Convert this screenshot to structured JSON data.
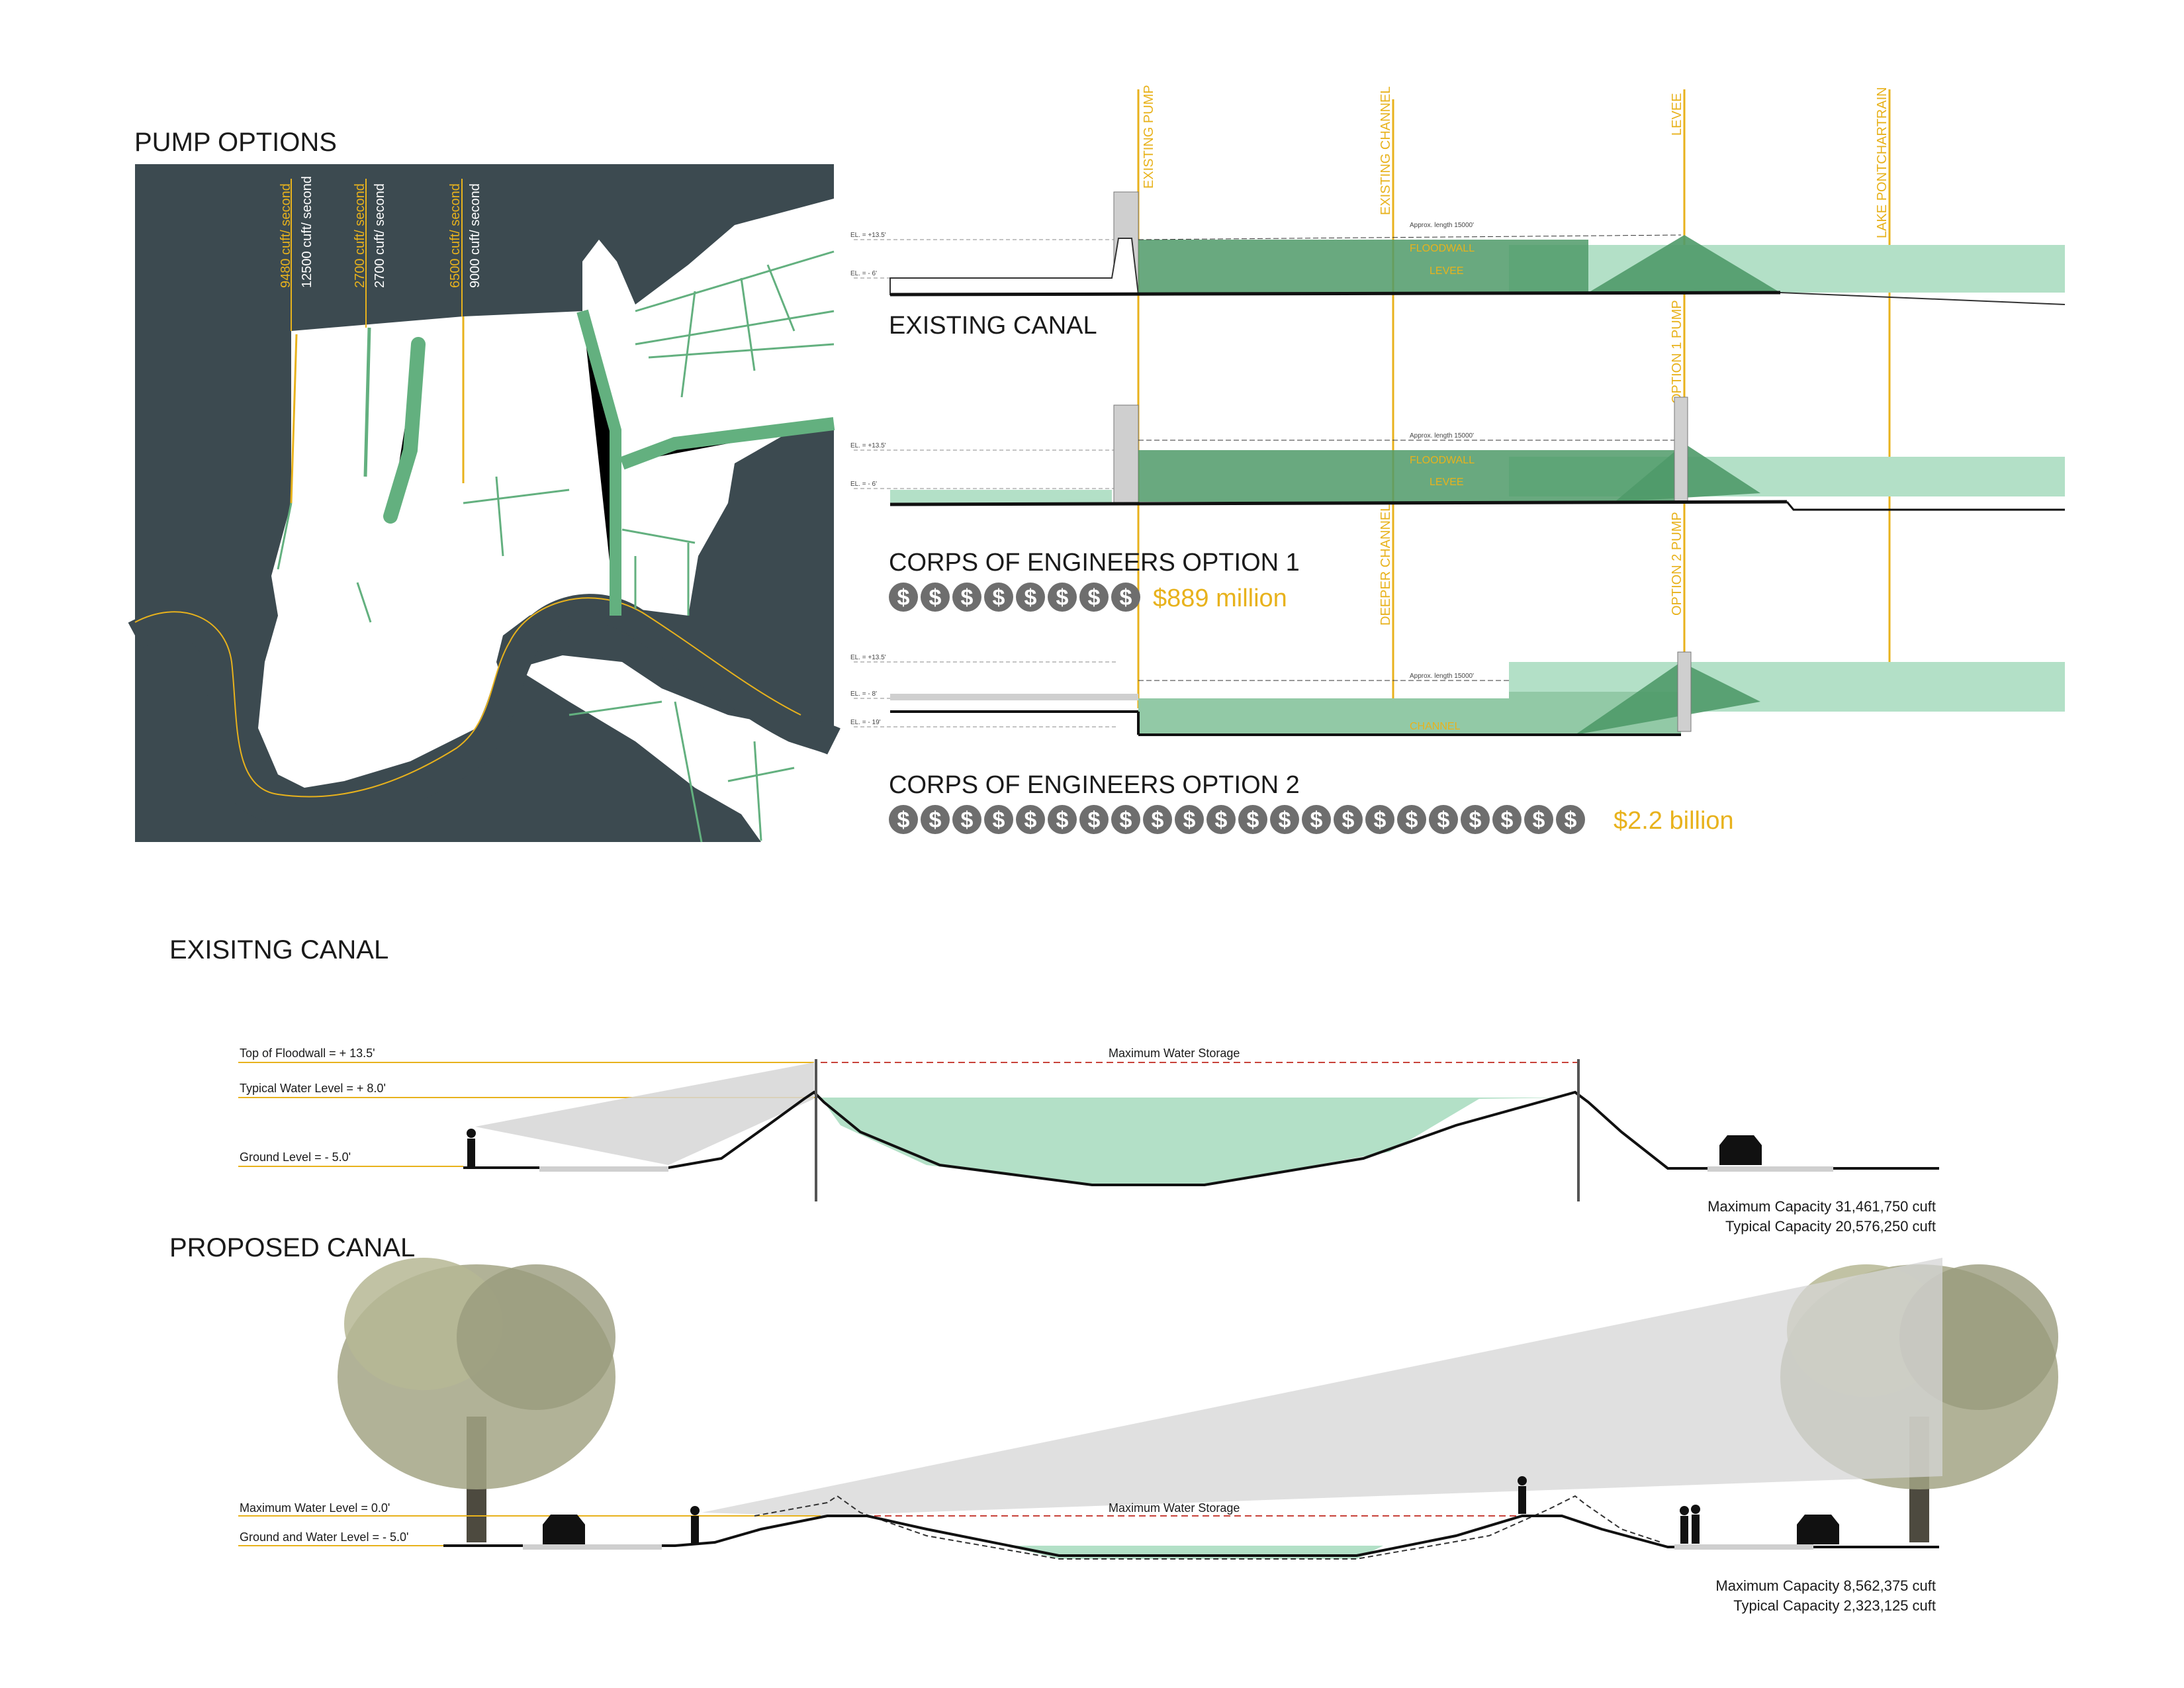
{
  "pump_options": {
    "title": "PUMP OPTIONS",
    "flows": [
      {
        "current": "9480 cuft/ second",
        "proposed": "12500 cuft/ second"
      },
      {
        "current": "2700 cuft/ second",
        "proposed": "2700 cuft/ second"
      },
      {
        "current": "6500 cuft/ second",
        "proposed": "9000 cuft/ second"
      }
    ]
  },
  "sections": {
    "column_labels": {
      "existing_pump": "EXISTING PUMP",
      "existing_channel": "EXISTING CHANNEL",
      "levee": "LEVEE",
      "lake": "LAKE PONTCHARTRAIN",
      "option1_pump": "OPTION 1 PUMP",
      "deeper_channel": "DEEPER CHANNEL",
      "option2_pump": "OPTION 2 PUMP"
    },
    "bands": {
      "floodwall": "FLOODWALL",
      "levee": "LEVEE",
      "channel": "CHANNEL"
    },
    "approx_length": "Approx. length 15000'",
    "elevations": {
      "top": "EL. = +13.5'",
      "mid": "EL. = - 6'",
      "mid2": "EL. = - 8'",
      "low": "EL. = - 19'"
    },
    "existing_title": "EXISTING CANAL",
    "option1_title": "CORPS OF ENGINEERS OPTION 1",
    "option1_cost": "$889 million",
    "option1_coins": 8,
    "option2_title": "CORPS OF ENGINEERS OPTION 2",
    "option2_cost": "$2.2 billion",
    "option2_coins": 22,
    "coin_symbol": "$"
  },
  "existing_canal": {
    "title": "EXISITNG CANAL",
    "levels": {
      "floodwall": "Top of Floodwall  = + 13.5'",
      "typical": "Typical Water Level = + 8.0'",
      "ground": "Ground Level = - 5.0'"
    },
    "storage_label": "Maximum Water Storage",
    "max_capacity": "Maximum Capacity 31,461,750 cuft",
    "typical_capacity": "Typical Capacity 20,576,250 cuft"
  },
  "proposed_canal": {
    "title": "PROPOSED CANAL",
    "levels": {
      "max": "Maximum Water Level = 0.0'",
      "ground": "Ground and Water Level = - 5.0'"
    },
    "storage_label": "Maximum Water Storage",
    "max_capacity": "Maximum Capacity 8,562,375 cuft",
    "typical_capacity": "Typical Capacity 2,323,125 cuft"
  },
  "colors": {
    "map_dark": "#3c4a50",
    "water_green": "#b3e0c7",
    "green_dark": "#63b07f",
    "accent_yellow": "#e8b21c",
    "coin_gray": "#6e6e6e"
  }
}
